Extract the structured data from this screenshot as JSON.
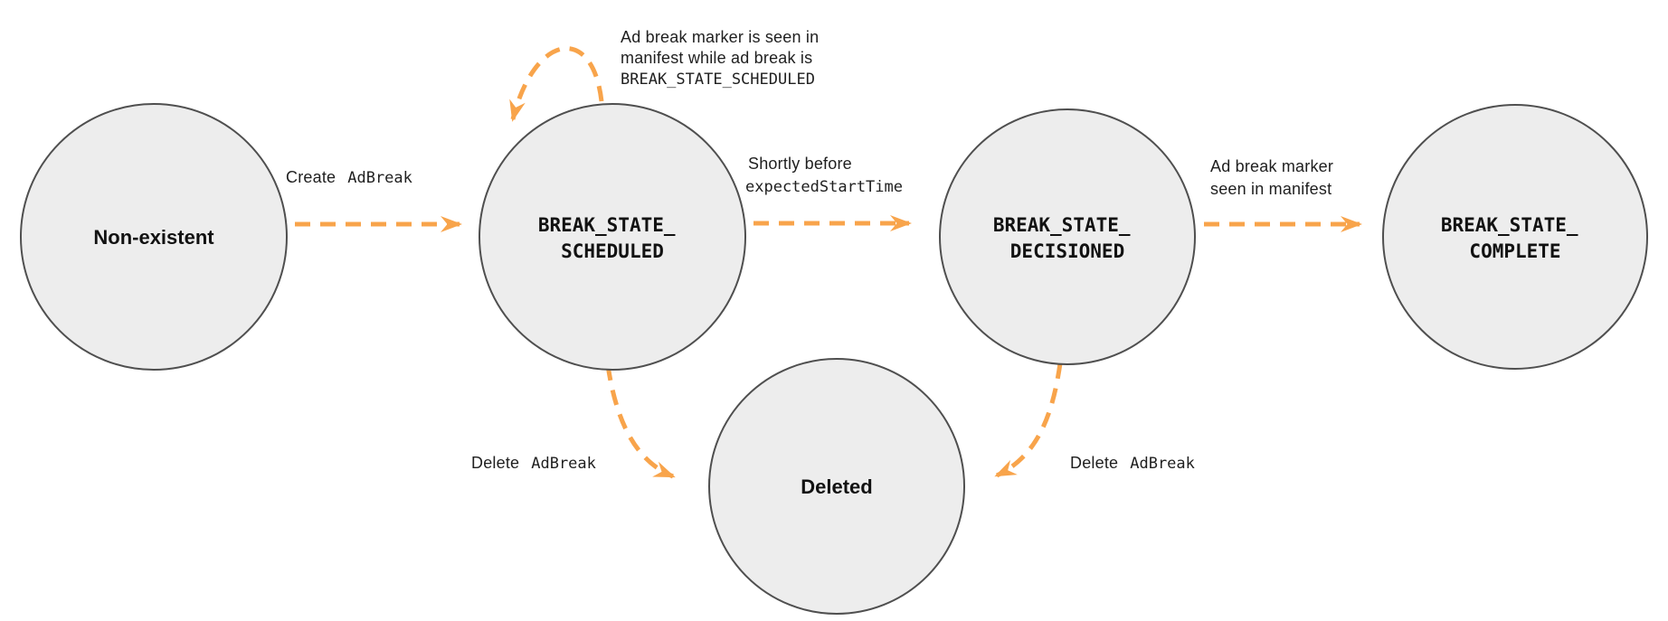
{
  "colors": {
    "accent_orange": "#F8A44B",
    "node_fill": "#EDEDED",
    "node_border": "#4F4F4F",
    "text": "#1F1F1F"
  },
  "nodes": {
    "non_existent": {
      "label": "Non-existent"
    },
    "scheduled": {
      "line1": "BREAK_STATE_",
      "line2": "SCHEDULED"
    },
    "decisioned": {
      "line1": "BREAK_STATE_",
      "line2": "DECISIONED"
    },
    "complete": {
      "line1": "BREAK_STATE_",
      "line2": "COMPLETE"
    },
    "deleted": {
      "label": "Deleted"
    }
  },
  "edges": {
    "create": {
      "prefix": "Create",
      "code": "AdBreak"
    },
    "self_loop": {
      "line1": "Ad break marker is seen in",
      "line2": "manifest while ad break is",
      "line3": "BREAK_STATE_SCHEDULED"
    },
    "decision": {
      "line1": "Shortly before",
      "code": "expectedStartTime"
    },
    "complete": {
      "line1": "Ad break marker",
      "line2": "seen in manifest"
    },
    "delete_left": {
      "prefix": "Delete",
      "code": "AdBreak"
    },
    "delete_right": {
      "prefix": "Delete",
      "code": "AdBreak"
    }
  }
}
